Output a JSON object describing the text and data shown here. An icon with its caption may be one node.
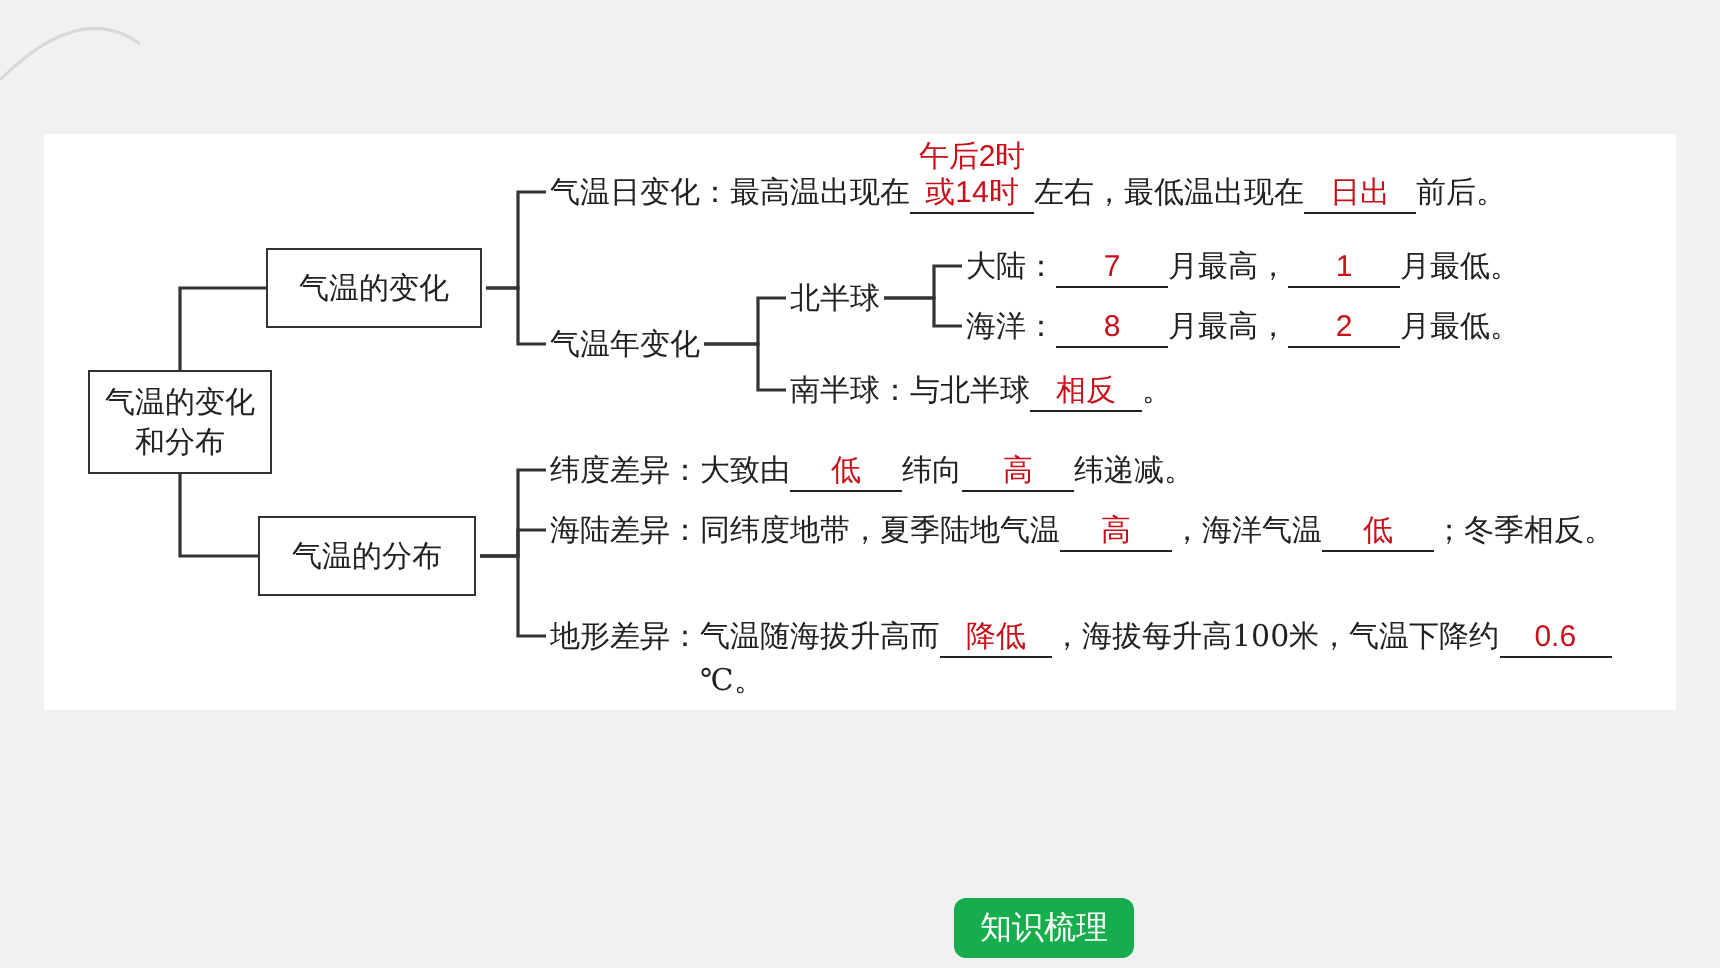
{
  "diagram": {
    "nodes": [
      {
        "text": [
          "气温的变化和分布"
        ]
      },
      {
        "text": [
          "气温的变化"
        ]
      },
      {
        "text": [
          "气温日变化：最高温出现在",
          "午后2时或14时",
          "左右，最低温出现在",
          "日出",
          "前后。"
        ]
      },
      {
        "text": [
          "气温年变化"
        ]
      },
      {
        "text": [
          "北半球"
        ]
      },
      {
        "text": [
          "大陆：",
          "7",
          "月最高，",
          "1",
          "月最低。"
        ]
      },
      {
        "text": [
          "海洋：",
          "8",
          "月最高，",
          "2",
          "月最低。"
        ]
      },
      {
        "text": [
          "南半球：与北半球",
          "相反",
          "。"
        ]
      },
      {
        "text": [
          "气温的分布"
        ]
      },
      {
        "text": [
          "纬度差异：大致由",
          "低",
          "纬向",
          "高",
          "纬递减。"
        ]
      },
      {
        "text": [
          "海陆差异：同纬度地带，夏季陆地气温",
          "高",
          "，海洋气温",
          "低",
          "；冬季相反。"
        ]
      },
      {
        "text": [
          "地形差异：气温随海拔升高而",
          "降低",
          "，海拔每升高100米，气温下降约",
          "0.6",
          "℃。"
        ]
      }
    ],
    "edges": [
      {
        "from": 0,
        "to": 1,
        "arrow": "none"
      },
      {
        "from": 0,
        "to": 8,
        "arrow": "none"
      },
      {
        "from": 1,
        "to": 2,
        "arrow": "none"
      },
      {
        "from": 1,
        "to": 3,
        "arrow": "none"
      },
      {
        "from": 3,
        "to": 4,
        "arrow": "none"
      },
      {
        "from": 3,
        "to": 7,
        "arrow": "none"
      },
      {
        "from": 4,
        "to": 5,
        "arrow": "none"
      },
      {
        "from": 4,
        "to": 6,
        "arrow": "none"
      },
      {
        "from": 8,
        "to": 9,
        "arrow": "none"
      },
      {
        "from": 8,
        "to": 10,
        "arrow": "none"
      },
      {
        "from": 8,
        "to": 11,
        "arrow": "none"
      }
    ],
    "labels": [
      "知识梳理"
    ]
  }
}
